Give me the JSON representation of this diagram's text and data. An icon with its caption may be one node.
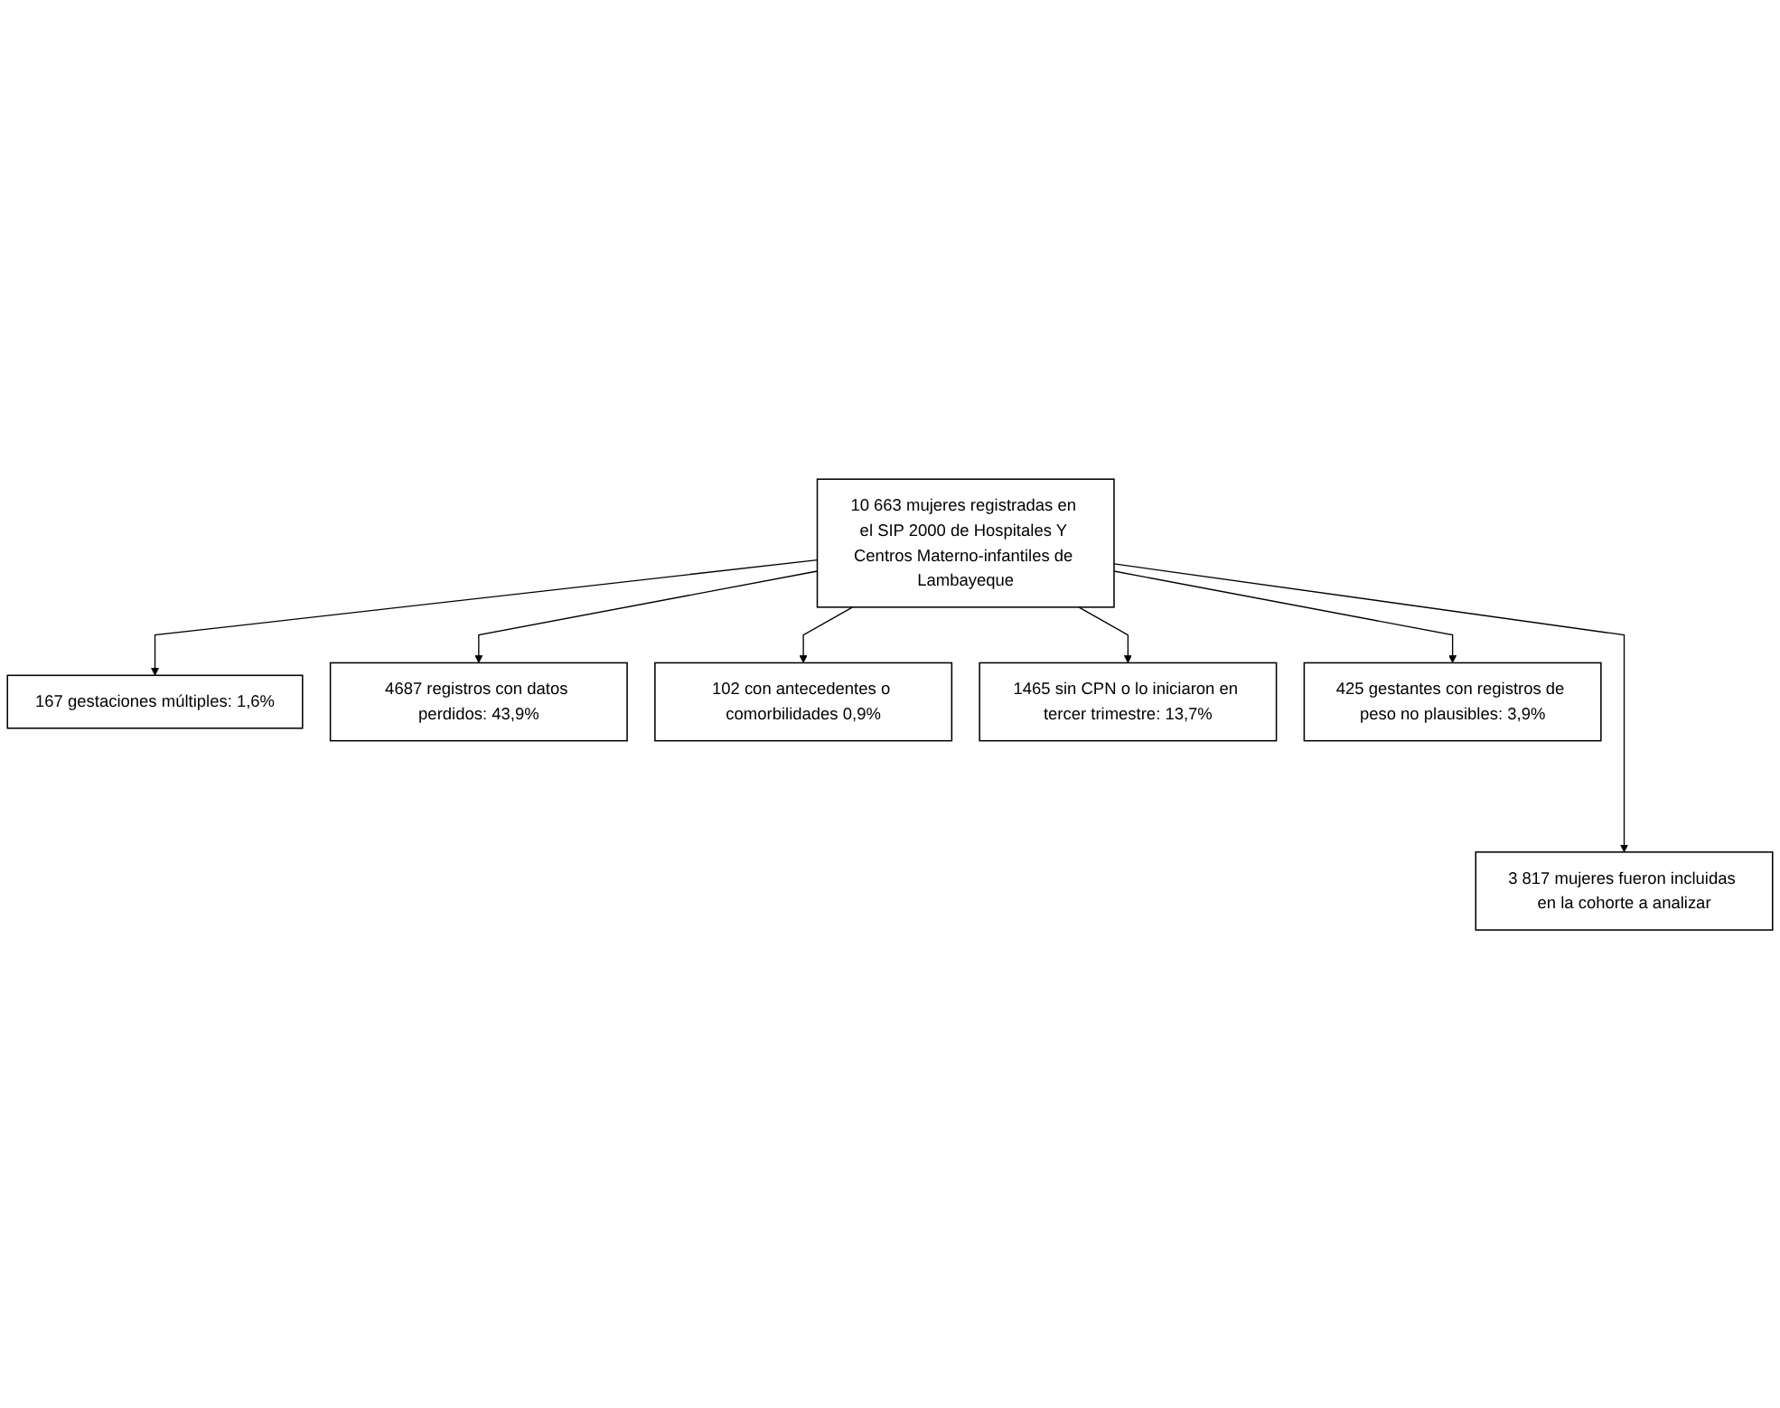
{
  "diagram": {
    "nodes": [
      {
        "text": [
          "10 663 mujeres registradas en el SIP 2000 de Hospitales Y Centros Materno-infantiles de Lambayeque"
        ]
      },
      {
        "text": [
          "167 gestaciones múltiples: 1,6%"
        ]
      },
      {
        "text": [
          "4687 registros con datos perdidos: 43,9%"
        ]
      },
      {
        "text": [
          "102 con antecedentes o comorbilidades 0,9%"
        ]
      },
      {
        "text": [
          "1465 sin CPN o lo iniciaron en tercer trimestre: 13,7%"
        ]
      },
      {
        "text": [
          "425 gestantes con registros de peso no plausibles: 3,9%"
        ]
      },
      {
        "text": [
          "3 817 mujeres fueron incluidas en la cohorte a analizar"
        ]
      }
    ],
    "edges": [
      {
        "from": 0,
        "to": 1,
        "arrow": "to"
      },
      {
        "from": 0,
        "to": 2,
        "arrow": "to"
      },
      {
        "from": 0,
        "to": 3,
        "arrow": "to"
      },
      {
        "from": 0,
        "to": 4,
        "arrow": "to"
      },
      {
        "from": 0,
        "to": 5,
        "arrow": "to"
      },
      {
        "from": 0,
        "to": 6,
        "arrow": "to"
      }
    ]
  }
}
